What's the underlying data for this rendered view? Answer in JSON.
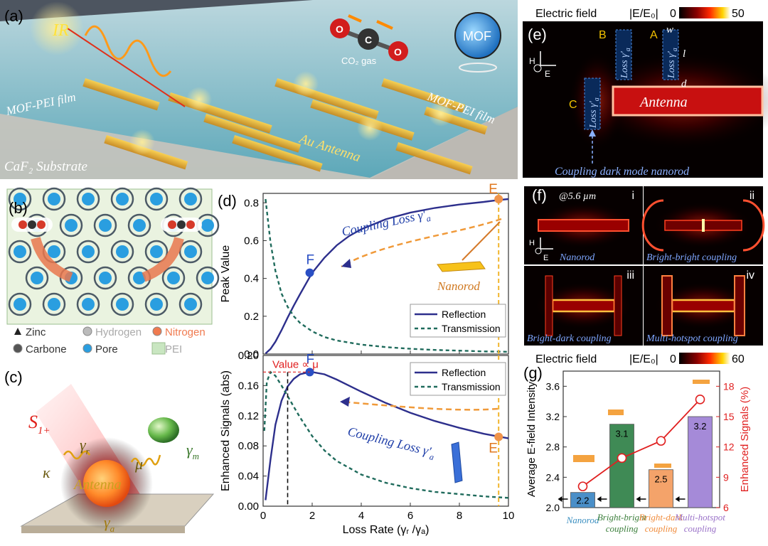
{
  "panel_labels": {
    "a": "(a)",
    "b": "(b)",
    "c": "(c)",
    "d": "(d)",
    "e": "(e)",
    "f": "(f)",
    "g": "(g)"
  },
  "panel_a": {
    "ir": "IR",
    "mof_film_left": "MOF-PEI film",
    "mof_film_right": "MOF-PEI film",
    "substrate": "CaF₂ Substrate",
    "antenna": "Au Antenna",
    "co2": "CO₂ gas",
    "mof": "MOF"
  },
  "panel_b": {
    "legend": [
      {
        "symbol": "triangle",
        "label": "Zinc",
        "color": "#222222"
      },
      {
        "symbol": "circle",
        "label": "Hydrogen",
        "color": "#bbbbbb"
      },
      {
        "symbol": "circle",
        "label": "Nitrogen",
        "color": "#f07a4f"
      },
      {
        "symbol": "circle",
        "label": "Carbone",
        "color": "#555555"
      },
      {
        "symbol": "circle",
        "label": "Pore",
        "color": "#2a9ee0"
      },
      {
        "symbol": "square",
        "label": "PEI",
        "color": "#c9e6c1"
      }
    ]
  },
  "panel_c": {
    "s1": "S",
    "s1_sub": "1+",
    "gamma_r": "γ",
    "gamma_r_sub": "r",
    "kappa": "κ",
    "mu": "μ",
    "gamma_m": "γ",
    "gamma_m_sub": "m",
    "antenna": "Antenna",
    "gamma_a": "γ",
    "gamma_a_sub": "a"
  },
  "panel_e": {
    "title": "Electric field",
    "abs": "|E/E₀|",
    "scale_min": "0",
    "scale_max": "50",
    "labels": {
      "A": "A",
      "B": "B",
      "C": "C"
    },
    "loss": "Loss γ′",
    "loss_sub": "a",
    "w": "w",
    "l": "l",
    "d": "d",
    "antenna": "Antenna",
    "coupling": "Coupling dark mode nanorod",
    "h": "H",
    "e": "E"
  },
  "panel_f": {
    "wavelength": "@5.6 µm",
    "cells": [
      {
        "roman": "i",
        "label": "Nanorod"
      },
      {
        "roman": "ii",
        "label": "Bright-bright coupling"
      },
      {
        "roman": "iii",
        "label": "Bright-dark coupling"
      },
      {
        "roman": "iv",
        "label": "Multi-hotspot coupling"
      }
    ],
    "title": "Electric field",
    "abs": "|E/E₀|",
    "scale_min": "0",
    "scale_max": "60"
  },
  "chart_data": [
    {
      "id": "d-top",
      "type": "line",
      "ylabel": "Peak Value",
      "xlim": [
        0,
        10
      ],
      "ylim": [
        0,
        0.85
      ],
      "xticks": [
        0,
        2,
        4,
        6,
        8,
        10
      ],
      "yticks": [
        "0.0",
        "0.2",
        "0.4",
        "0.6",
        "0.8"
      ],
      "series": [
        {
          "name": "Reflection",
          "color": "#2d2f8c",
          "style": "solid",
          "x": [
            0.1,
            0.3,
            0.5,
            0.75,
            1.0,
            1.25,
            1.5,
            1.75,
            2.0,
            2.5,
            3,
            3.5,
            4,
            5,
            6,
            7,
            8,
            9,
            9.6,
            10
          ],
          "y": [
            0.003,
            0.027,
            0.065,
            0.126,
            0.193,
            0.256,
            0.316,
            0.373,
            0.43,
            0.51,
            0.575,
            0.624,
            0.66,
            0.713,
            0.748,
            0.773,
            0.791,
            0.805,
            0.815,
            0.82
          ]
        },
        {
          "name": "Transmission",
          "color": "#1f6b5c",
          "style": "dashed",
          "x": [
            0.1,
            0.3,
            0.5,
            0.75,
            1.0,
            1.25,
            1.5,
            2.0,
            2.5,
            3,
            4,
            5,
            6,
            7,
            8,
            9,
            10
          ],
          "y": [
            0.82,
            0.59,
            0.44,
            0.32,
            0.25,
            0.2,
            0.165,
            0.12,
            0.09,
            0.072,
            0.05,
            0.037,
            0.028,
            0.022,
            0.018,
            0.014,
            0.012
          ]
        }
      ],
      "points": [
        {
          "label": "F",
          "x": 1.9,
          "y": 0.43,
          "color": "#2a4fc4"
        },
        {
          "label": "E",
          "x": 9.6,
          "y": 0.82,
          "color": "#f0944a"
        }
      ],
      "annotations": {
        "coupling": "Coupling Loss γ′",
        "coupling_sub": "a",
        "nanorod": "Nanorod"
      }
    },
    {
      "id": "d-bottom",
      "type": "line",
      "xlabel": "Loss Rate (γᵣ /γₐ)",
      "ylabel": "Enhanced Signals (abs)",
      "xlim": [
        0,
        10
      ],
      "ylim": [
        0,
        0.2
      ],
      "xticks": [
        0,
        2,
        4,
        6,
        8,
        10
      ],
      "yticks": [
        "0.00",
        "0.04",
        "0.08",
        "0.12",
        "0.16",
        "0.20"
      ],
      "series": [
        {
          "name": "Reflection",
          "color": "#2d2f8c",
          "style": "solid",
          "x": [
            0.1,
            0.3,
            0.5,
            0.75,
            1.0,
            1.25,
            1.5,
            1.75,
            2.0,
            2.5,
            3,
            3.5,
            4,
            5,
            6,
            7,
            8,
            9,
            10
          ],
          "y": [
            0.008,
            0.062,
            0.108,
            0.14,
            0.159,
            0.169,
            0.175,
            0.177,
            0.178,
            0.175,
            0.168,
            0.16,
            0.152,
            0.137,
            0.124,
            0.113,
            0.104,
            0.096,
            0.09
          ]
        },
        {
          "name": "Transmission",
          "color": "#1f6b5c",
          "style": "dashed",
          "x": [
            0.05,
            0.15,
            0.3,
            0.5,
            0.75,
            1.0,
            1.25,
            1.5,
            2,
            2.5,
            3,
            4,
            5,
            6,
            7,
            8,
            9,
            10
          ],
          "y": [
            0.1,
            0.165,
            0.178,
            0.173,
            0.16,
            0.146,
            0.132,
            0.118,
            0.093,
            0.074,
            0.06,
            0.042,
            0.031,
            0.024,
            0.019,
            0.016,
            0.013,
            0.011
          ]
        }
      ],
      "points": [
        {
          "label": "F",
          "x": 1.9,
          "y": 0.178,
          "color": "#2a4fc4"
        },
        {
          "label": "E",
          "x": 9.6,
          "y": 0.092,
          "color": "#f0944a"
        }
      ],
      "annotations": {
        "value": "Value ∝ μ",
        "coupling": "Coupling Loss γ′",
        "coupling_sub": "a"
      }
    },
    {
      "id": "g",
      "type": "bar",
      "categories": [
        "Nanorod",
        "Bright-bright coupling",
        "Bright-dark coupling",
        "Multi-hotspot coupling"
      ],
      "category_colors": [
        "#3b8fc0",
        "#3c7f3c",
        "#f08c3c",
        "#9a72c8"
      ],
      "bar_colors": [
        "#4a8fc8",
        "#3f8a55",
        "#f4a36a",
        "#a58ad8"
      ],
      "values": [
        2.2,
        3.1,
        2.5,
        3.2
      ],
      "value_labels": [
        "2.2",
        "3.1",
        "2.5",
        "3.2"
      ],
      "ylabel": "Average E-field Intensity",
      "ylim": [
        2.0,
        3.8
      ],
      "yticks": [
        "2.0",
        "2.4",
        "2.8",
        "3.2",
        "3.6"
      ],
      "y2label": "Enhanced Signals (%)",
      "y2lim": [
        6,
        19.5
      ],
      "y2ticks": [
        "6",
        "9",
        "12",
        "15",
        "18"
      ],
      "enhanced_signals": [
        8.1,
        10.9,
        12.6,
        16.7
      ]
    }
  ]
}
